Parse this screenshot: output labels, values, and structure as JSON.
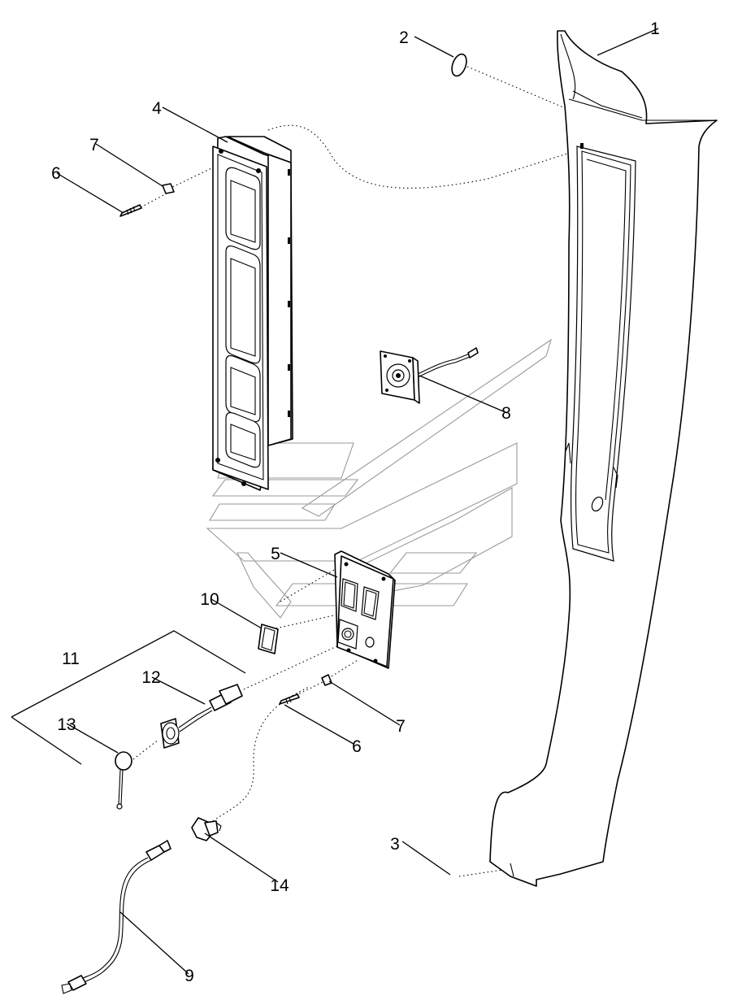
{
  "callouts": {
    "c1": "1",
    "c2": "2",
    "c3": "3",
    "c4": "4",
    "c5": "5",
    "c6a": "6",
    "c6b": "6",
    "c7a": "7",
    "c7b": "7",
    "c8": "8",
    "c9": "9",
    "c10": "10",
    "c11": "11",
    "c12": "12",
    "c13": "13",
    "c14": "14"
  },
  "colors": {
    "line": "#000000",
    "background": "#ffffff",
    "watermark": "#9a9a9a"
  }
}
